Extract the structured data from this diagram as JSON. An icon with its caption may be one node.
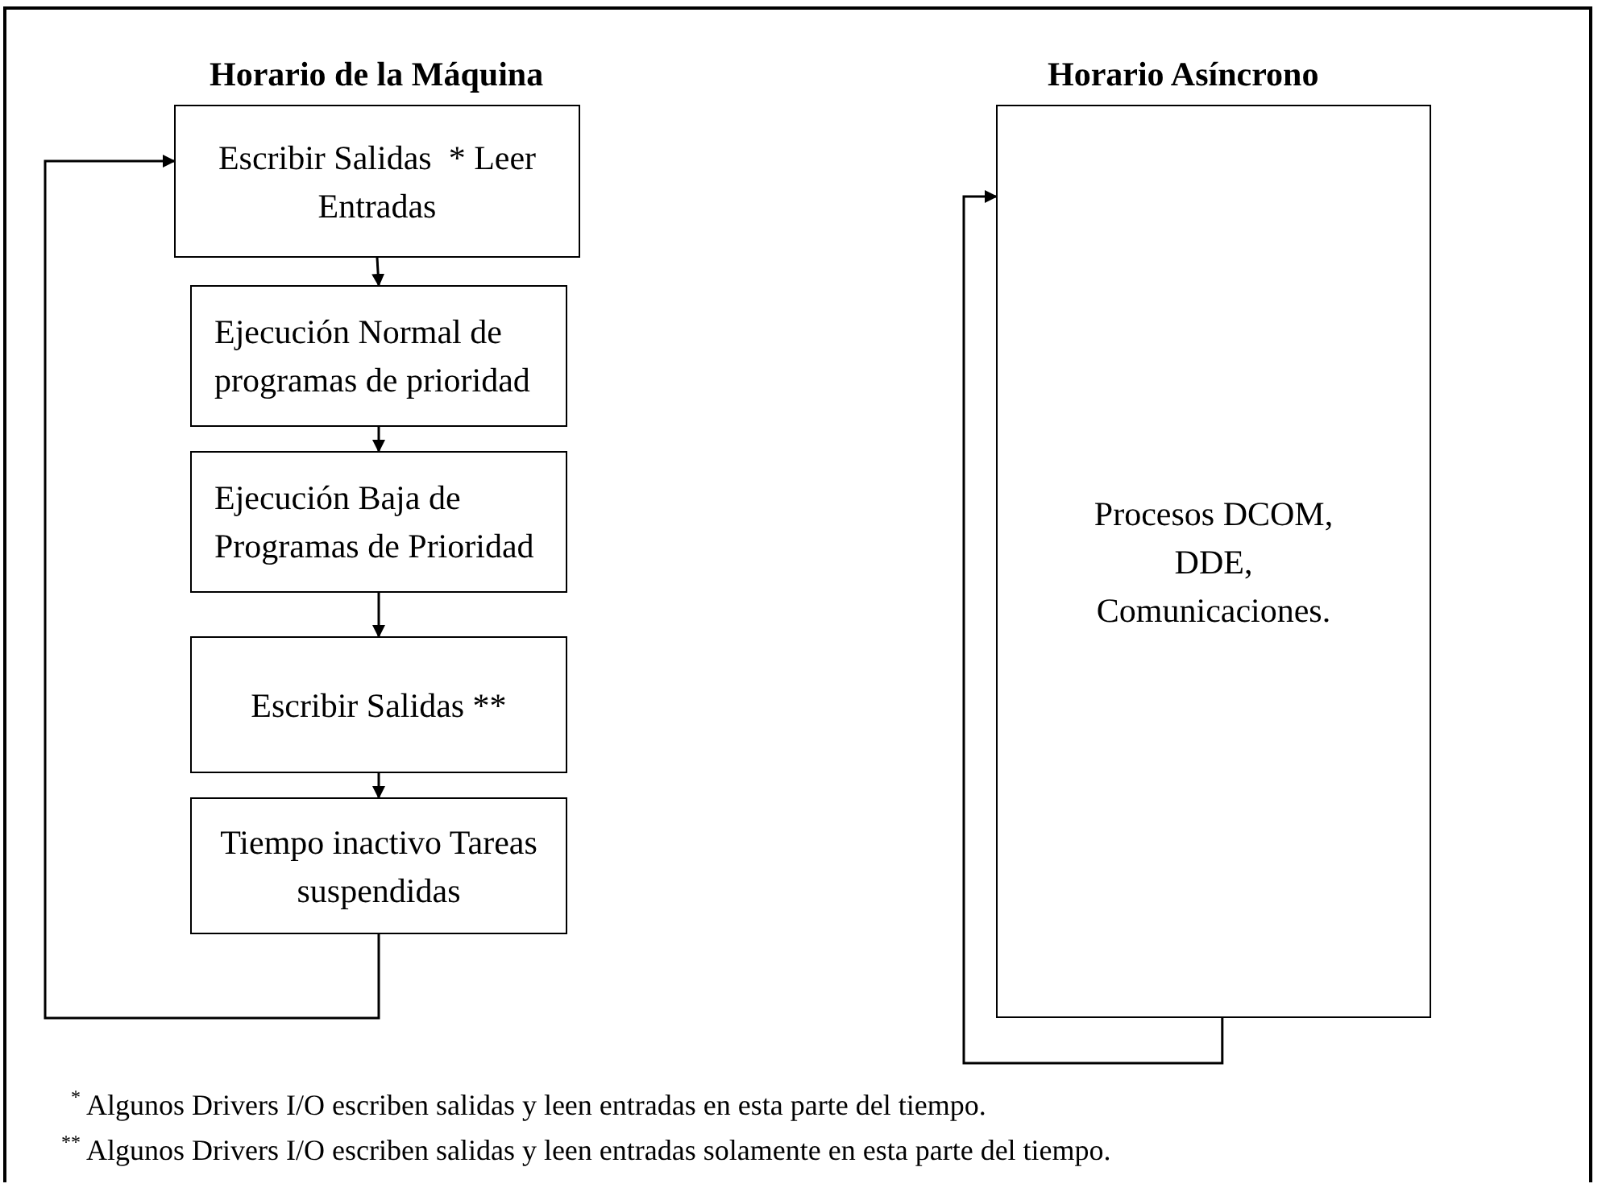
{
  "diagram": {
    "nodes": [
      {
        "text": [
          "Escribir Salidas  * Leer Entradas"
        ]
      },
      {
        "text": [
          "Ejecución Normal de programas de prioridad"
        ]
      },
      {
        "text": [
          "Ejecución Baja de Programas de Prioridad"
        ]
      },
      {
        "text": [
          "Escribir Salidas **"
        ]
      },
      {
        "text": [
          "Tiempo inactivo Tareas suspendidas"
        ]
      },
      {
        "text": [
          "Procesos DCOM, DDE, Comunicaciones."
        ]
      }
    ],
    "edges": [
      {
        "from": 0,
        "to": 1,
        "arrow": "to"
      },
      {
        "from": 1,
        "to": 2,
        "arrow": "to"
      },
      {
        "from": 2,
        "to": 3,
        "arrow": "to"
      },
      {
        "from": 3,
        "to": 4,
        "arrow": "to"
      },
      {
        "from": 4,
        "to": 0,
        "arrow": "to"
      },
      {
        "from": 5,
        "to": 5,
        "arrow": "to"
      }
    ],
    "labels": [
      "Horario de la Máquina",
      "Horario Asíncrono",
      "$^{*}$ Algunos Drivers I/O escriben salidas y leen entradas en esta parte del  tiempo.",
      "$^{**}$ Algunos Drivers I/O escriben salidas y leen entradas solamente en esta parte del tiempo."
    ]
  }
}
